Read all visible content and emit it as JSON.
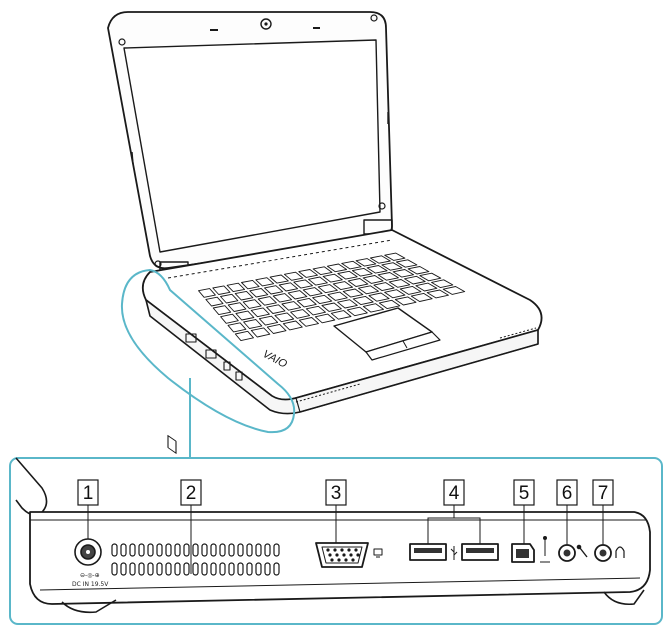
{
  "callouts": [
    {
      "number": "1",
      "part": "dc-in-port"
    },
    {
      "number": "2",
      "part": "air-vent"
    },
    {
      "number": "3",
      "part": "monitor-port"
    },
    {
      "number": "4",
      "part": "usb-ports"
    },
    {
      "number": "5",
      "part": "i-link-port"
    },
    {
      "number": "6",
      "part": "microphone-jack"
    },
    {
      "number": "7",
      "part": "headphones-jack"
    }
  ],
  "icons": {
    "monitor": "monitor-symbol-icon",
    "usb": "usb-symbol-icon",
    "ilink": "i-link-symbol-icon",
    "microphone": "microphone-symbol-icon",
    "headphones": "headphones-symbol-icon"
  },
  "laptop_logo": "VAIO",
  "dc_in_label": "DC IN 19.5V",
  "colors": {
    "callout_frame": "#5ab7c9",
    "line_art": "#1a1a1a",
    "background": "#ffffff"
  }
}
